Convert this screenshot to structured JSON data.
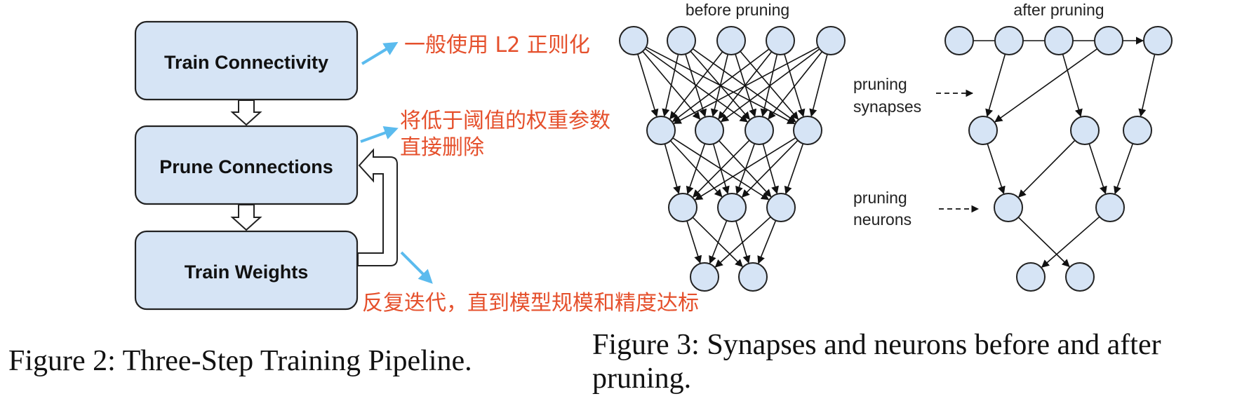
{
  "pipeline": {
    "steps": [
      "Train Connectivity",
      "Prune Connections",
      "Train Weights"
    ]
  },
  "annotations": {
    "step1": "一般使用 L2 正则化",
    "step2_line1": "将低于阈值的权重参数",
    "step2_line2": "直接删除",
    "loop": "反复迭代，直到模型规模和精度达标"
  },
  "pruning": {
    "before_title": "before pruning",
    "after_title": "after pruning",
    "synapses_label_line1": "pruning",
    "synapses_label_line2": "synapses",
    "neurons_label_line1": "pruning",
    "neurons_label_line2": "neurons",
    "before_layers": [
      5,
      4,
      3,
      2
    ],
    "after_layers": [
      5,
      3,
      2,
      2
    ]
  },
  "captions": {
    "figure2": "Figure 2: Three-Step Training Pipeline.",
    "figure3_line1": "Figure 3: Synapses and neurons before and after",
    "figure3_line2": "pruning."
  },
  "colors": {
    "box_fill": "#d6e4f5",
    "annotation_red": "#e5502c",
    "arrow_blue": "#5bbbee"
  }
}
